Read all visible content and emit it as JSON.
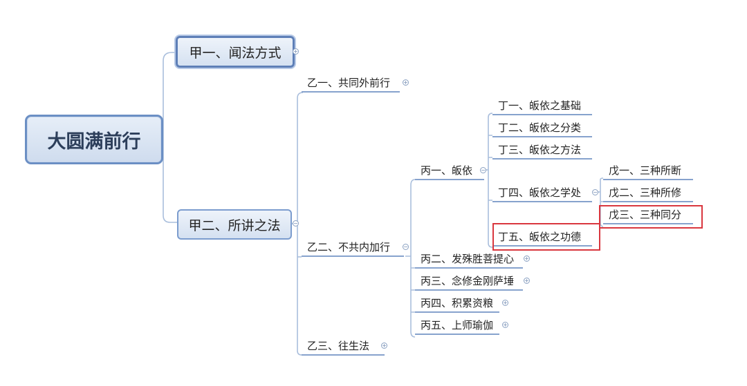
{
  "root": "大圆满前行",
  "level1": {
    "jia1": "甲一、闻法方式",
    "jia2": "甲二、所讲之法"
  },
  "level2": {
    "yi1": "乙一、共同外前行",
    "yi2": "乙二、不共内加行",
    "yi3": "乙三、往生法"
  },
  "level3": {
    "bing1": "丙一、皈依",
    "bing2": "丙二、发殊胜菩提心",
    "bing3": "丙三、念修金刚萨埵",
    "bing4": "丙四、积累资粮",
    "bing5": "丙五、上师瑜伽"
  },
  "level4": {
    "ding1": "丁一、皈依之基础",
    "ding2": "丁二、皈依之分类",
    "ding3": "丁三、皈依之方法",
    "ding4": "丁四、皈依之学处",
    "ding5": "丁五、皈依之功德"
  },
  "level5": {
    "wu1": "戊一、三种所断",
    "wu2": "戊二、三种所修",
    "wu3": "戊三、三种同分"
  },
  "colors": {
    "connector": "#9fb6d6",
    "node_border": "#6b8fc4",
    "highlight": "#d9363e"
  }
}
